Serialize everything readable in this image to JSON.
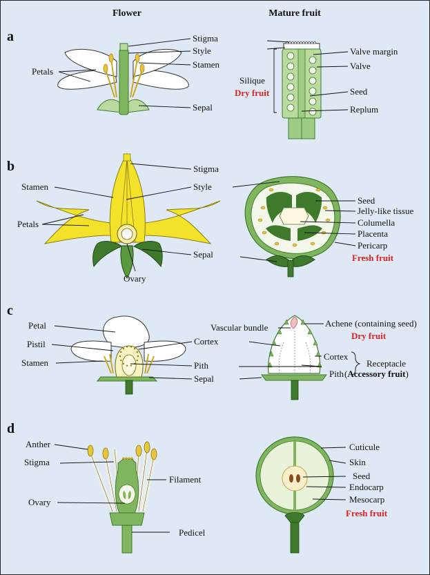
{
  "headers": {
    "flower": "Flower",
    "fruit": "Mature fruit"
  },
  "panels": {
    "a": {
      "letter": "a",
      "flower": {
        "stigma": "Stigma",
        "style": "Style",
        "stamen": "Stamen",
        "petals": "Petals",
        "sepal": "Sepal"
      },
      "fruit": {
        "valve_margin": "Valve margin",
        "valve": "Valve",
        "silique": "Silique",
        "dry_fruit": "Dry fruit",
        "seed": "Seed",
        "replum": "Replum"
      }
    },
    "b": {
      "letter": "b",
      "flower": {
        "stigma": "Stigma",
        "stamen": "Stamen",
        "style": "Style",
        "petals": "Petals",
        "sepal": "Sepal",
        "ovary": "Ovary"
      },
      "fruit": {
        "seed": "Seed",
        "jelly": "Jelly-like tissue",
        "columella": "Columella",
        "placenta": "Placenta",
        "pericarp": "Pericarp",
        "fresh_fruit": "Fresh fruit"
      }
    },
    "c": {
      "letter": "c",
      "flower": {
        "petal": "Petal",
        "pistil": "Pistil",
        "stamen": "Stamen",
        "cortex": "Cortex",
        "pith": "Pith",
        "sepal": "Sepal"
      },
      "fruit": {
        "vascular_bundle": "Vascular bundle",
        "achene": "Achene (containing seed)",
        "dry_fruit": "Dry fruit",
        "cortex": "Cortex",
        "pith": "Pith",
        "receptacle": "Receptacle",
        "paren_open": "(",
        "accessory_fruit": "Accessory fruit",
        "paren_close": ")"
      }
    },
    "d": {
      "letter": "d",
      "flower": {
        "anther": "Anther",
        "stigma": "Stigma",
        "filament": "Filament",
        "ovary": "Ovary",
        "pedicel": "Pedicel"
      },
      "fruit": {
        "cuticule": "Cuticule",
        "skin": "Skin",
        "seed": "Seed",
        "endocarp": "Endocarp",
        "mesocarp": "Mesocarp",
        "fresh_fruit": "Fresh fruit"
      }
    }
  },
  "colors": {
    "background": "#dfe9f6",
    "label_red": "#e02020",
    "petal_white": "#ffffff",
    "petal_yellow": "#f3e22a",
    "green_light": "#b9dba0",
    "green_mid": "#7fb55e",
    "green_dark": "#3f7a2c",
    "anther_yellow": "#e8c53a"
  }
}
